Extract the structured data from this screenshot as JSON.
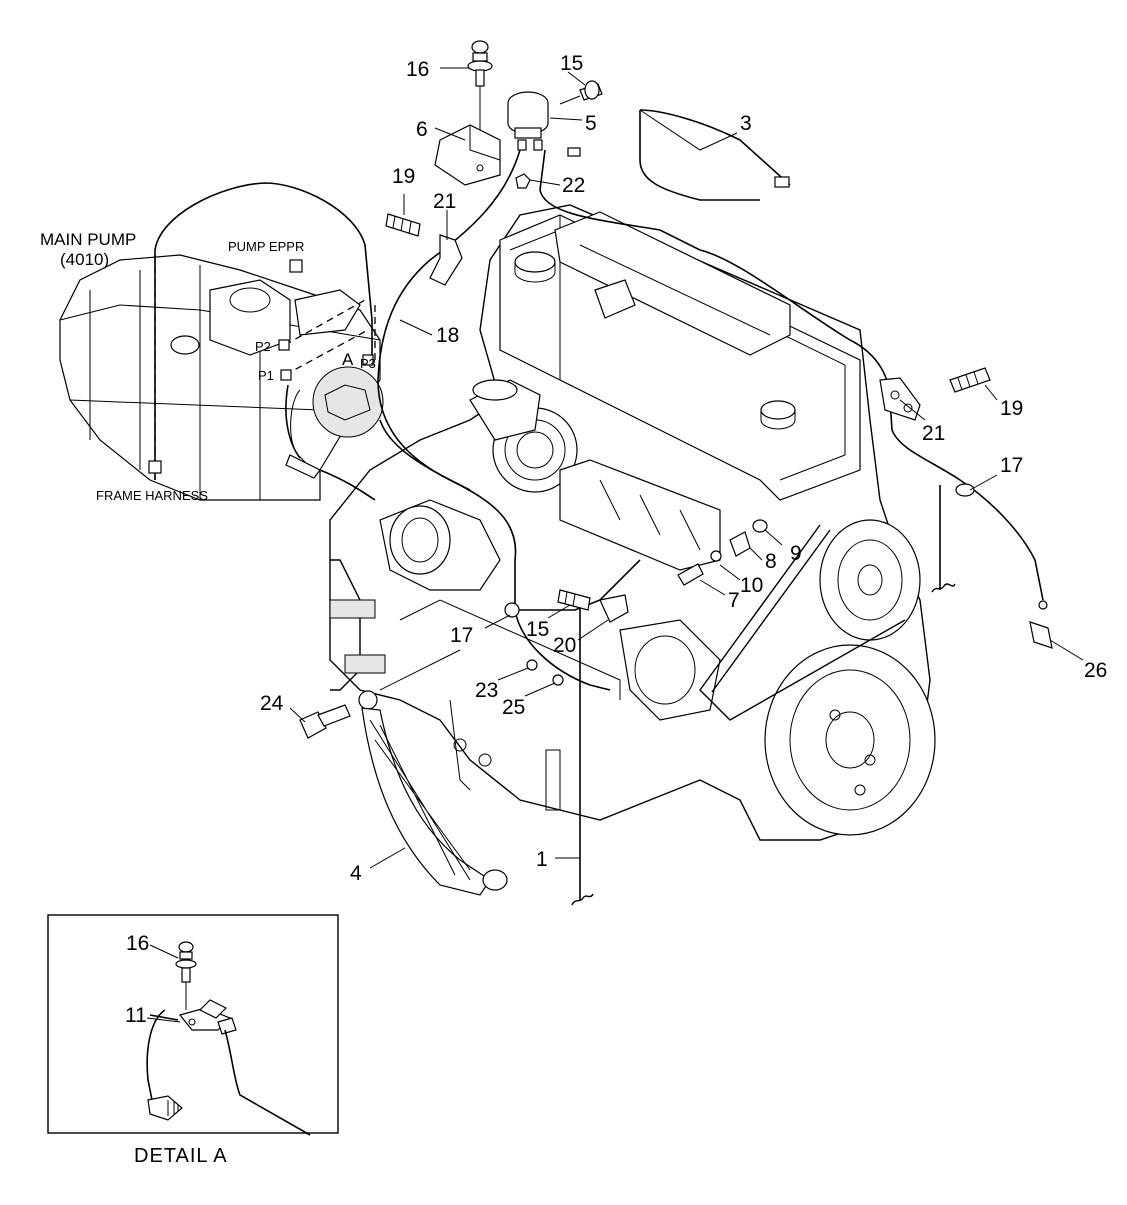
{
  "labels": {
    "main_pump_line1": "MAIN PUMP",
    "main_pump_line2": "(4010)",
    "pump_eppr": "PUMP EPPR",
    "frame_harness": "FRAME HARNESS",
    "detail_letter": "A",
    "p1": "P1",
    "p2": "P2",
    "p3": "P3",
    "detail_title": "DETAIL  A"
  },
  "callouts": {
    "c1": "1",
    "c3": "3",
    "c4": "4",
    "c5": "5",
    "c6": "6",
    "c7": "7",
    "c8": "8",
    "c9": "9",
    "c10": "10",
    "c15_top": "15",
    "c15_mid": "15",
    "c16_top": "16",
    "c16_detail": "16",
    "c11_detail": "11",
    "c17_left": "17",
    "c17_right": "17",
    "c18": "18",
    "c19_left": "19",
    "c19_right": "19",
    "c20": "20",
    "c21_left": "21",
    "c21_right": "21",
    "c22": "22",
    "c23": "23",
    "c24": "24",
    "c25": "25",
    "c26": "26"
  }
}
